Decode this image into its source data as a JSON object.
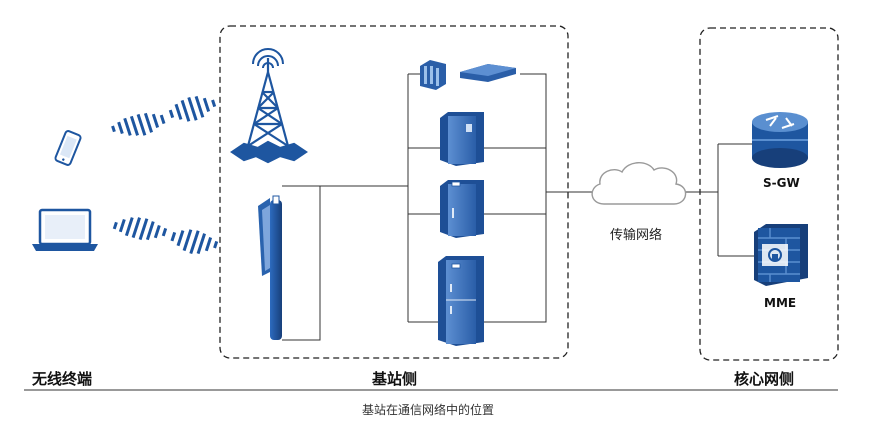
{
  "labels": {
    "wireless_terminal": "无线终端",
    "base_station_side": "基站侧",
    "core_network_side": "核心网侧",
    "transport_network": "传输网络",
    "sgw": "S-GW",
    "mme": "MME"
  },
  "caption": "基站在通信网络中的位置",
  "colors": {
    "equipment_blue": "#1e56a0",
    "equipment_light": "#5a8fd0",
    "line": "#333333",
    "dashed_border": "#222222"
  },
  "icons": [
    "phone-icon",
    "laptop-icon",
    "radio-wave-icon",
    "tower-icon",
    "antenna-icon",
    "rack-unit-icon",
    "cabinet-icon",
    "cloud-icon",
    "router-icon",
    "firewall-icon"
  ]
}
